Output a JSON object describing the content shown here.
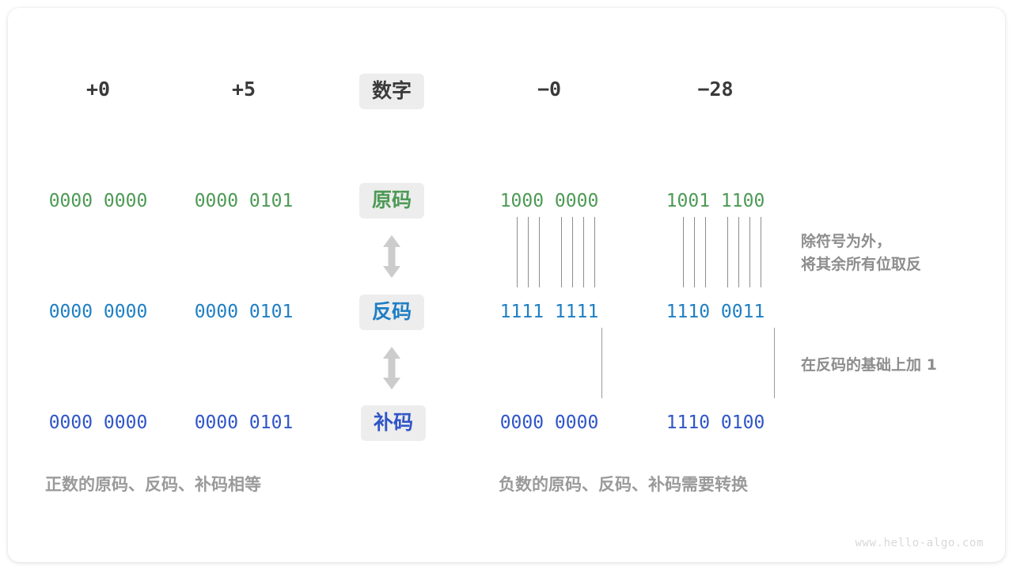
{
  "meta": {
    "watermark": "www.hello-algo.com",
    "colors": {
      "green": "#4d9a55",
      "blue": "#1f7fc4",
      "indigo": "#2f55c8",
      "dark": "#3a3a3a",
      "muted": "#9a9a9a",
      "badge_bg": "#ededed",
      "line": "#8d8d8d"
    }
  },
  "columns": {
    "headers": [
      {
        "label": "+0",
        "sign": "positive"
      },
      {
        "label": "+5",
        "sign": "positive"
      },
      {
        "label": "−0",
        "sign": "negative"
      },
      {
        "label": "−28",
        "sign": "negative"
      }
    ]
  },
  "row_labels": [
    {
      "label": "数字",
      "style": "dark"
    },
    {
      "label": "原码",
      "style": "green"
    },
    {
      "label": "反码",
      "style": "blue"
    },
    {
      "label": "补码",
      "style": "indigo"
    }
  ],
  "rows": [
    {
      "name": "true-form",
      "label": "原码",
      "color": "green",
      "values": [
        "0000 0000",
        "0000 0101",
        "1000 0000",
        "1001 1100"
      ]
    },
    {
      "name": "ones-complement",
      "label": "反码",
      "color": "blue",
      "values": [
        "0000 0000",
        "0000 0101",
        "1111 1111",
        "1110 0011"
      ]
    },
    {
      "name": "twos-complement",
      "label": "补码",
      "color": "indigo",
      "values": [
        "0000 0000",
        "0000 0101",
        "0000 0000",
        "1110 0100"
      ]
    }
  ],
  "annotations": [
    {
      "name": "invert-rule",
      "text": "除符号为外，\n将其余所有位取反"
    },
    {
      "name": "add-one-rule",
      "text": "在反码的基础上加  1"
    }
  ],
  "captions": [
    {
      "name": "positive-caption",
      "text": "正数的原码、反码、补码相等"
    },
    {
      "name": "negative-caption",
      "text": "负数的原码、反码、补码需要转换"
    }
  ],
  "arrows": [
    {
      "name": "true-to-ones-arrow",
      "kind": "double-vertical"
    },
    {
      "name": "ones-to-twos-arrow",
      "kind": "double-vertical"
    }
  ]
}
